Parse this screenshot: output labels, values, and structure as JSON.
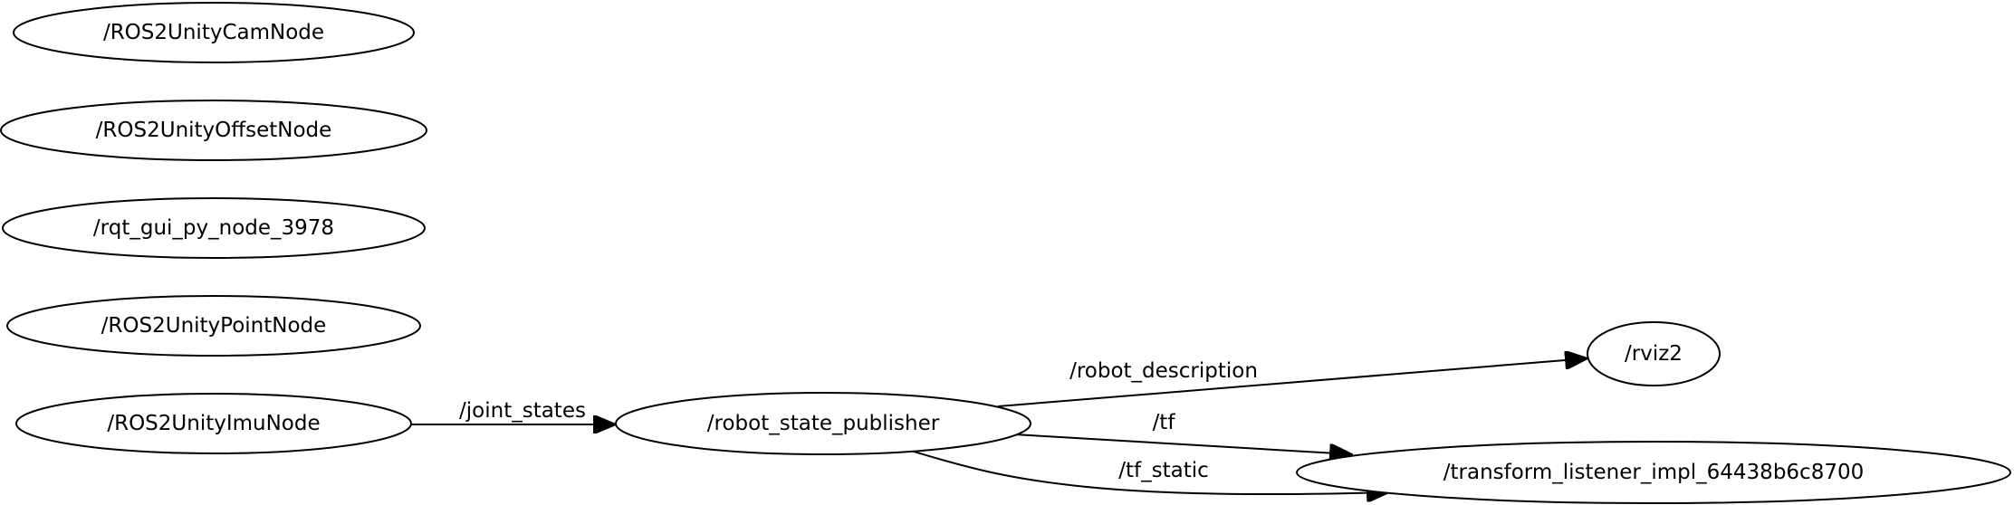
{
  "graph": {
    "nodes": {
      "cam": "/ROS2UnityCamNode",
      "offset": "/ROS2UnityOffsetNode",
      "rqt": "/rqt_gui_py_node_3978",
      "point": "/ROS2UnityPointNode",
      "imu": "/ROS2UnityImuNode",
      "rsp": "/robot_state_publisher",
      "rviz": "/rviz2",
      "tf_listener": "/transform_listener_impl_64438b6c8700"
    },
    "edges": {
      "joint_states": "/joint_states",
      "robot_description": "/robot_description",
      "tf": "/tf",
      "tf_static": "/tf_static"
    }
  }
}
